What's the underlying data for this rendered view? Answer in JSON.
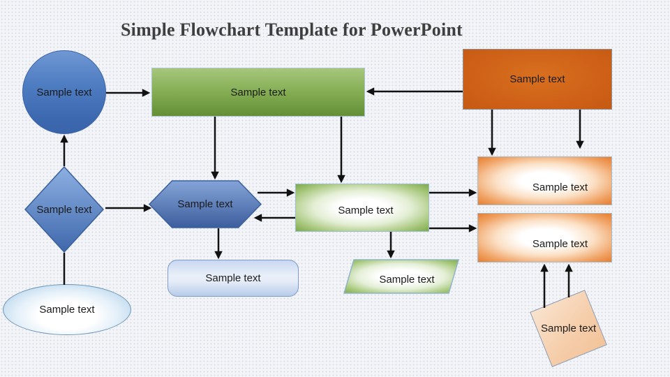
{
  "title": "Simple Flowchart Template for PowerPoint",
  "shapes": {
    "start_circle": {
      "label": "Sample text",
      "type": "circle"
    },
    "process_top": {
      "label": "Sample text",
      "type": "rectangle"
    },
    "process_orange_top": {
      "label": "Sample text",
      "type": "rectangle"
    },
    "decision_diamond": {
      "label": "Sample text",
      "type": "diamond"
    },
    "hexagon": {
      "label": "Sample text",
      "type": "hexagon"
    },
    "process_center": {
      "label": "Sample text",
      "type": "rectangle"
    },
    "output_right_1": {
      "label": "Sample text",
      "type": "rectangle"
    },
    "output_right_2": {
      "label": "Sample text",
      "type": "rectangle"
    },
    "terminator_ellipse": {
      "label": "Sample text",
      "type": "ellipse"
    },
    "rounded_process": {
      "label": "Sample text",
      "type": "rounded-rectangle"
    },
    "data_parallelogram": {
      "label": "Sample text",
      "type": "parallelogram"
    },
    "rotated_card": {
      "label": "Sample text",
      "type": "rotated-square"
    }
  },
  "edges": [
    {
      "from": "start_circle",
      "to": "process_top"
    },
    {
      "from": "process_orange_top",
      "to": "process_top"
    },
    {
      "from": "process_top",
      "to": "hexagon"
    },
    {
      "from": "process_top",
      "to": "process_center"
    },
    {
      "from": "decision_diamond",
      "to": "start_circle"
    },
    {
      "from": "decision_diamond",
      "to": "hexagon"
    },
    {
      "from": "decision_diamond",
      "to": "terminator_ellipse",
      "arrow": false
    },
    {
      "from": "hexagon",
      "to": "process_center"
    },
    {
      "from": "process_center",
      "to": "hexagon"
    },
    {
      "from": "process_center",
      "to": "output_right_1"
    },
    {
      "from": "process_center",
      "to": "output_right_2"
    },
    {
      "from": "hexagon",
      "to": "rounded_process"
    },
    {
      "from": "process_center",
      "to": "data_parallelogram"
    },
    {
      "from": "process_orange_top",
      "to": "output_right_1",
      "lines": 2
    },
    {
      "from": "rotated_card",
      "to": "output_right_2",
      "lines": 2
    }
  ],
  "colors": {
    "blue_shape": "#4a76bc",
    "green_shape": "#84ad53",
    "orange_shape": "#cd5f16",
    "orange_light": "#f0a264",
    "blue_light": "#bcd8ec",
    "connector": "#111111",
    "title_text": "#3e3e3e",
    "canvas": "#f2f4f7"
  }
}
